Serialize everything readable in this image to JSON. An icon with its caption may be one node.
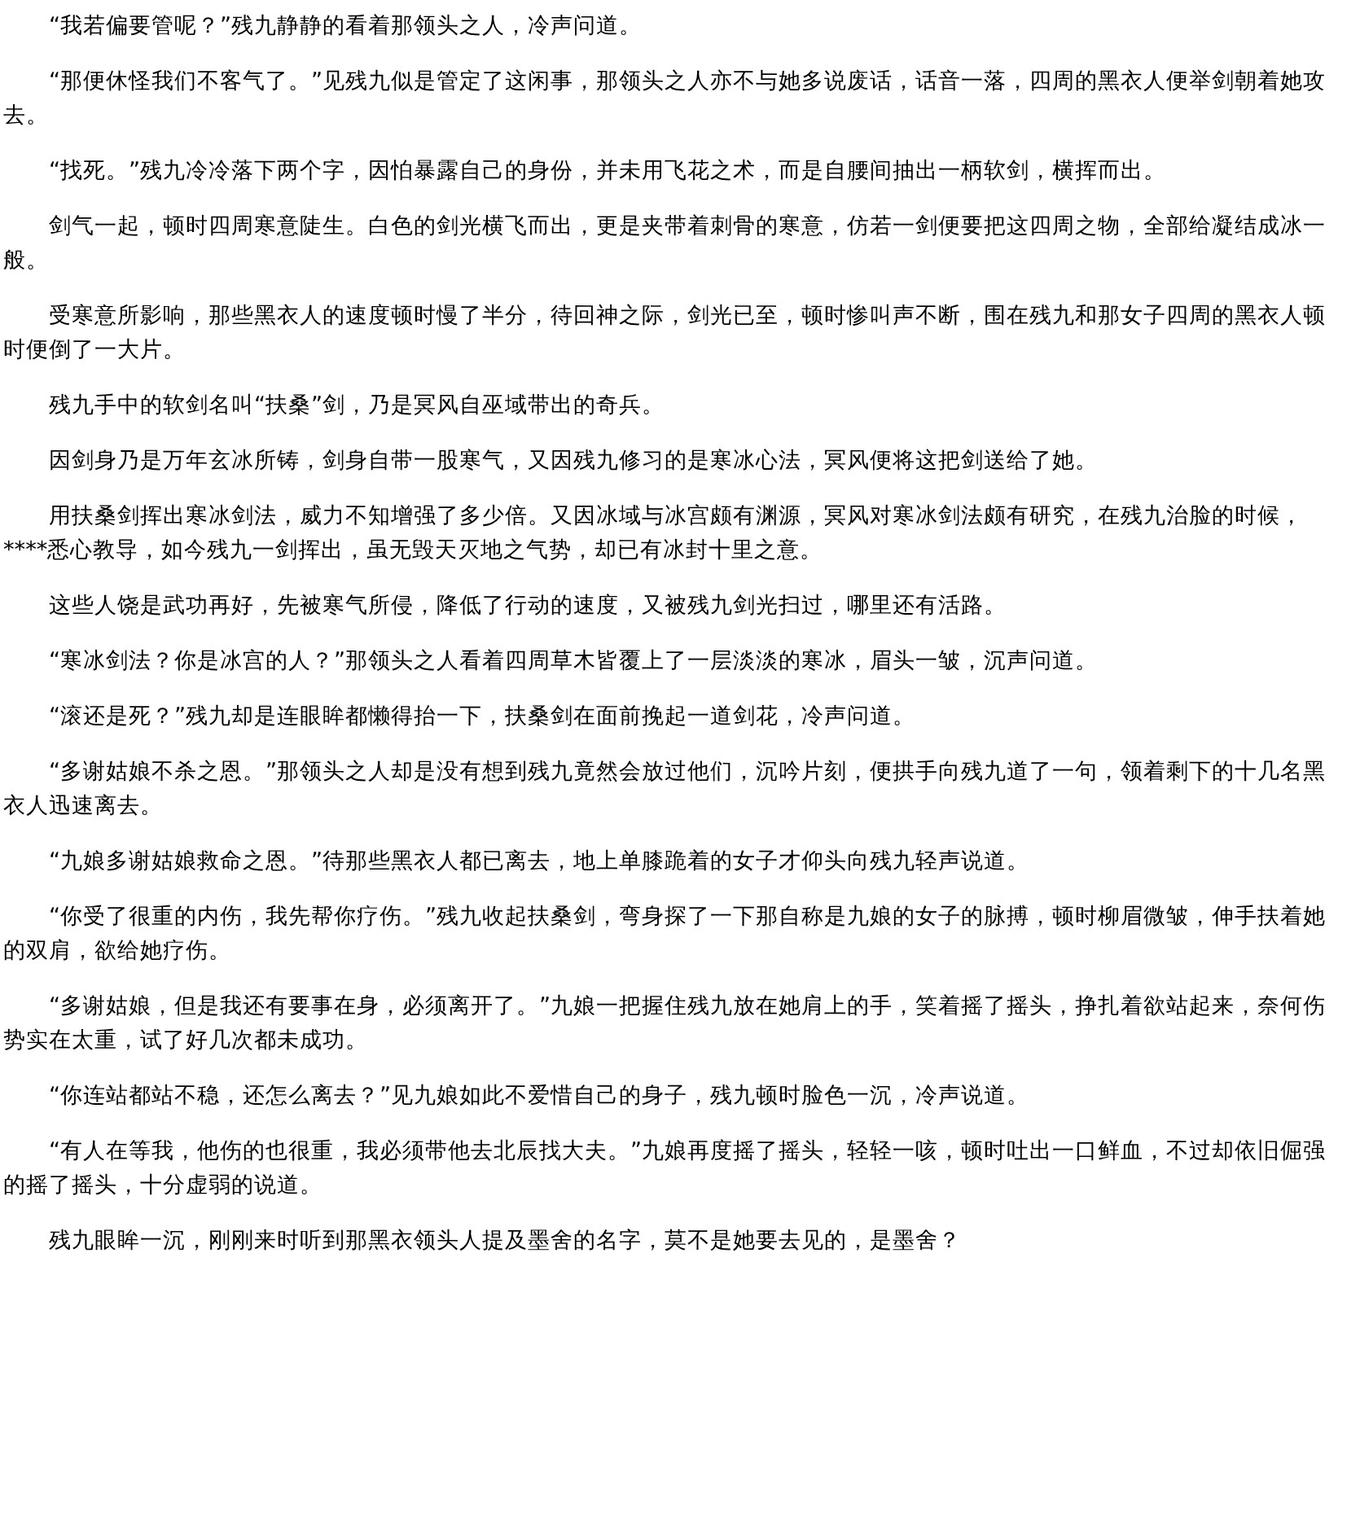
{
  "diagram": {
    "labels": [
      "“我若偏要管呢？”残九静静的看着那领头之人，冷声问道。",
      "“那便休怪我们不客气了。”见残九似是管定了这闲事，那领头之人亦不与她多说废话，话音一落，四周的黑衣人便举剑朝着她攻去。",
      "“找死。”残九冷冷落下两个字，因怕暴露自己的身份，并未用飞花之术，而是自腰间抽出一柄软剑，横挥而出。",
      "剑气一起，顿时四周寒意陡生。白色的剑光横飞而出，更是夹带着刺骨的寒意，仿若一剑便要把这四周之物，全部给凝结成冰一般。",
      "受寒意所影响，那些黑衣人的速度顿时慢了半分，待回神之际，剑光已至，顿时惨叫声不断，围在残九和那女子四周的黑衣人顿时便倒了一大片。",
      "残九手中的软剑名叫“扶桑”剑，乃是冥风自巫域带出的奇兵。",
      "因剑身乃是万年玄冰所铸，剑身自带一股寒气，又因残九修习的是寒冰心法，冥风便将这把剑送给了她。",
      "用扶桑剑挥出寒冰剑法，威力不知增强了多少倍。又因冰域与冰宫颇有渊源，冥风对寒冰剑法颇有研究，在残九治脸的时候，****悉心教导，如今残九一剑挥出，虽无毁天灭地之气势，却已有冰封十里之意。",
      "这些人饶是武功再好，先被寒气所侵，降低了行动的速度，又被残九剑光扫过，哪里还有活路。",
      "“寒冰剑法？你是冰宫的人？”那领头之人看着四周草木皆覆上了一层淡淡的寒冰，眉头一皱，沉声问道。",
      "“滚还是死？”残九却是连眼眸都懒得抬一下，扶桑剑在面前挽起一道剑花，冷声问道。",
      "“多谢姑娘不杀之恩。”那领头之人却是没有想到残九竟然会放过他们，沉吟片刻，便拱手向残九道了一句，领着剩下的十几名黑衣人迅速离去。",
      "“九娘多谢姑娘救命之恩。”待那些黑衣人都已离去，地上单膝跪着的女子才仰头向残九轻声说道。",
      "“你受了很重的内伤，我先帮你疗伤。”残九收起扶桑剑，弯身探了一下那自称是九娘的女子的脉搏，顿时柳眉微皱，伸手扶着她的双肩，欲给她疗伤。",
      "“多谢姑娘，但是我还有要事在身，必须离开了。”九娘一把握住残九放在她肩上的手，笑着摇了摇头，挣扎着欲站起来，奈何伤势实在太重，试了好几次都未成功。",
      "“你连站都站不稳，还怎么离去？”见九娘如此不爱惜自己的身子，残九顿时脸色一沉，冷声说道。",
      "“有人在等我，他伤的也很重，我必须带他去北辰找大夫。”九娘再度摇了摇头，轻轻一咳，顿时吐出一口鲜血，不过却依旧倔强的摇了摇头，十分虚弱的说道。",
      "残九眼眸一沉，刚刚来时听到那黑衣领头人提及墨舍的名字，莫不是她要去见的，是墨舍？"
    ]
  }
}
